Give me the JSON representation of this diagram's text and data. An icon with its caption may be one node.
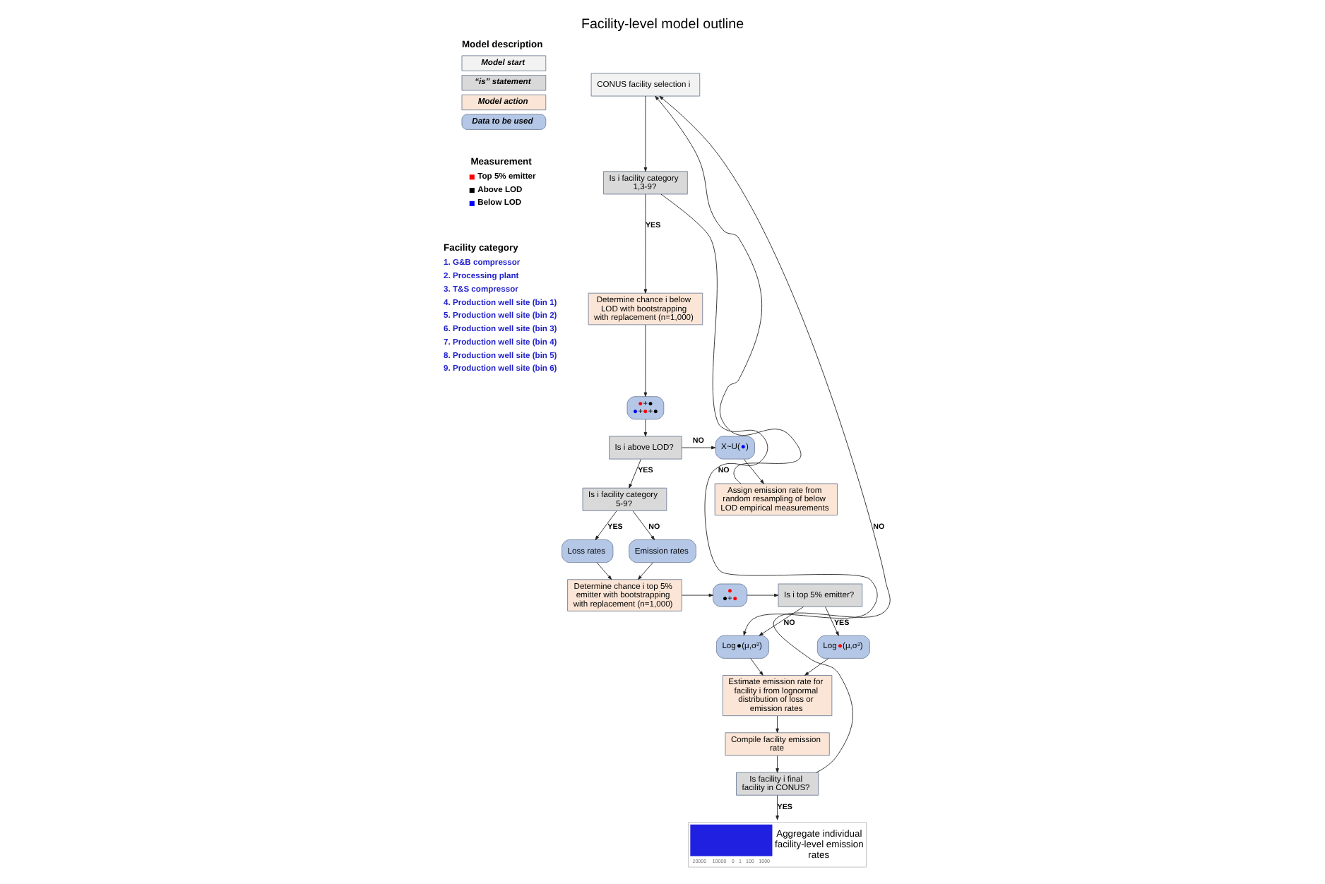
{
  "diagram": {
    "title": "Facility-level model outline",
    "nodes": [
      {
        "text": [
          "CONUS facility selection i"
        ]
      },
      {
        "text": [
          "Is i facility category 1,3-9?"
        ]
      },
      {
        "text": [
          "Determine chance i below LOD with bootstrapping with replacement (n=1,000)"
        ]
      },
      {
        "text": [
          "●+●",
          "●+●+●"
        ]
      },
      {
        "text": [
          "Is i above LOD?"
        ]
      },
      {
        "text": [
          "X~U(●)"
        ]
      },
      {
        "text": [
          "Assign emission rate from random resampling of below LOD empirical measurements"
        ]
      },
      {
        "text": [
          "Is i facility category 5-9?"
        ]
      },
      {
        "text": [
          "Loss rates"
        ]
      },
      {
        "text": [
          "Emission rates"
        ]
      },
      {
        "text": [
          "Determine chance i top 5% emitter with bootstrapping with replacement (n=1,000)"
        ]
      },
      {
        "text": [
          "●",
          "●+●"
        ]
      },
      {
        "text": [
          "Is i top 5% emitter?"
        ]
      },
      {
        "text": [
          "Log●(μ,σ²)"
        ]
      },
      {
        "text": [
          "Log●(μ,σ²)"
        ]
      },
      {
        "text": [
          "Estimate emission rate for facility i from lognormal distribution of loss or emission rates"
        ]
      },
      {
        "text": [
          "Compile facility emission rate"
        ]
      },
      {
        "text": [
          "Is facility i final facility in CONUS?"
        ]
      },
      {
        "text": [
          "Aggregate individual facility-level emission rates"
        ]
      }
    ],
    "edges": [
      {
        "from": 0,
        "to": 1,
        "arrow": "to"
      },
      {
        "from": 1,
        "to": 2,
        "arrow": "to",
        "label": "YES"
      },
      {
        "from": 1,
        "to": 13,
        "arrow": "to",
        "label": "NO"
      },
      {
        "from": 2,
        "to": 3,
        "arrow": "to"
      },
      {
        "from": 3,
        "to": 4,
        "arrow": "to"
      },
      {
        "from": 4,
        "to": 5,
        "arrow": "to",
        "label": "NO"
      },
      {
        "from": 5,
        "to": 6,
        "arrow": "to"
      },
      {
        "from": 6,
        "to": 0,
        "arrow": "to"
      },
      {
        "from": 4,
        "to": 7,
        "arrow": "to",
        "label": "YES"
      },
      {
        "from": 7,
        "to": 8,
        "arrow": "to",
        "label": "YES"
      },
      {
        "from": 7,
        "to": 9,
        "arrow": "to",
        "label": "NO"
      },
      {
        "from": 8,
        "to": 10,
        "arrow": "to"
      },
      {
        "from": 9,
        "to": 10,
        "arrow": "to"
      },
      {
        "from": 10,
        "to": 11,
        "arrow": "to"
      },
      {
        "from": 11,
        "to": 12,
        "arrow": "to"
      },
      {
        "from": 12,
        "to": 13,
        "arrow": "to",
        "label": "NO"
      },
      {
        "from": 12,
        "to": 14,
        "arrow": "to",
        "label": "YES"
      },
      {
        "from": 13,
        "to": 15,
        "arrow": "to"
      },
      {
        "from": 14,
        "to": 15,
        "arrow": "to"
      },
      {
        "from": 15,
        "to": 16,
        "arrow": "to"
      },
      {
        "from": 16,
        "to": 17,
        "arrow": "to"
      },
      {
        "from": 17,
        "to": 18,
        "arrow": "to",
        "label": "YES"
      },
      {
        "from": 17,
        "to": 0,
        "arrow": "to",
        "label": "NO"
      }
    ],
    "labels": [
      "Model description",
      "Measurement",
      "Facility category",
      "1. G&B compressor",
      "2. Processing plant",
      "3. T&S compressor",
      "4. Production well site (bin 1)",
      "5. Production well site (bin 2)",
      "6. Production well site (bin 3)",
      "7. Production well site (bin 4)",
      "8. Production well site (bin 5)",
      "9. Production well site (bin 6)",
      "20000",
      "10000",
      "0",
      "1",
      "100",
      "1000"
    ],
    "legend": [
      {
        "text": "Model start",
        "color": "#f2f2f2"
      },
      {
        "text": "“is” statement",
        "color": "#d9d9d9"
      },
      {
        "text": "Model action",
        "color": "#fbe5d6"
      },
      {
        "text": "Data to be used",
        "color": "#b4c7e7"
      },
      {
        "text": "Top 5% emitter",
        "color": "#ff0000"
      },
      {
        "text": "Above LOD",
        "color": "#000000"
      },
      {
        "text": "Below LOD",
        "color": "#0000ff"
      }
    ]
  }
}
